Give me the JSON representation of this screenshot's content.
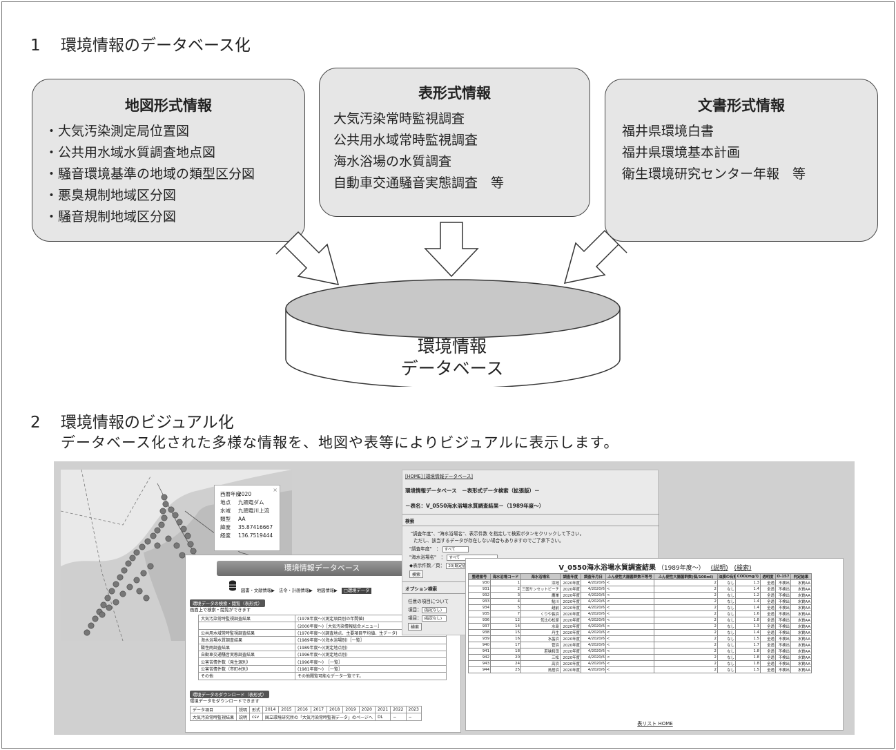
{
  "section1": {
    "number": "1",
    "title": "環境情報のデータベース化"
  },
  "boxes": {
    "map": {
      "title": "地図形式情報",
      "items": [
        "・大気汚染測定局位置図",
        "・公共用水域水質調査地点図",
        "・騒音環境基準の地域の類型区分図",
        "・悪臭規制地域区分図",
        "・騒音規制地域区分図"
      ]
    },
    "table": {
      "title": "表形式情報",
      "items": [
        "大気汚染常時監視調査",
        "公共用水域常時監視調査",
        "海水浴場の水質調査",
        "自動車交通騒音実態調査　等"
      ]
    },
    "doc": {
      "title": "文書形式情報",
      "items": [
        "福井県環境白書",
        "福井県環境基本計画",
        "衛生環境研究センター年報　等"
      ]
    }
  },
  "database": {
    "line1": "環境情報",
    "line2": "データベース"
  },
  "section2": {
    "number": "2",
    "title": "環境情報のビジュアル化",
    "subtitle": "データベース化された多様な情報を、地図や表等によりビジュアルに表示します。"
  },
  "map_popup": {
    "rows": [
      {
        "k": "西暦年度",
        "v": "2020"
      },
      {
        "k": "地点",
        "v": "九頭竜ダム"
      },
      {
        "k": "水域",
        "v": "九頭竜川上流"
      },
      {
        "k": "類型",
        "v": "AA"
      },
      {
        "k": "緯度",
        "v": "35.87416667"
      },
      {
        "k": "経度",
        "v": "136.7519444"
      }
    ],
    "close": "×"
  },
  "portal": {
    "banner": "環境情報データベース",
    "nav": [
      "図書・文献情報▶",
      "法令・計画情報▶",
      "地図情報▶",
      "□環境データ"
    ],
    "search_tag": "環境データの検索・閲覧（表形式）",
    "search_note": "画面上で検索・閲覧ができます",
    "rows": [
      {
        "name": "大気汚染常時監視調査結果",
        "desc": "(1978年度〜)(測定項目別の年間値)"
      },
      {
        "name": "",
        "desc": "(2000年度〜)［大気汚染情報総合メニュー］"
      },
      {
        "name": "公共用水域常時監視調査結果",
        "desc": "(1970年度〜)(調査地点、主要項目平均値、生データ)"
      },
      {
        "name": "海水浴場水質調査結果",
        "desc": "(1989年度〜)(海水浴場別)［一覧］"
      },
      {
        "name": "酸性雨調査結果",
        "desc": "(1989年度〜)(測定地点別)"
      },
      {
        "name": "自動車交通騒音実態調査結果",
        "desc": "(1996年度〜)(測定地点別)"
      },
      {
        "name": "公害苦情件数（発生源別）",
        "desc": "(1996年度〜)　［一覧］"
      },
      {
        "name": "公害苦情件数（市町村別）",
        "desc": "(1981年度〜)　［一覧］"
      },
      {
        "name": "その他",
        "desc": "その他閲覧可能なデータ一覧です。"
      }
    ],
    "download_tag": "環境データのダウンロード（表形式）",
    "download_note": "環境データをダウンロードできます",
    "dl_header": [
      "データ項目",
      "説明",
      "形式",
      "2014",
      "2015",
      "2016",
      "2017",
      "2018",
      "2019",
      "2020",
      "2021",
      "2022",
      "2023"
    ],
    "dl_row": [
      "大気汚染常時監視結果",
      "説明",
      "csv",
      "国立環境研究所の「大気汚染常時監視データ」のページへ",
      "DL",
      "−",
      "−"
    ]
  },
  "search_page": {
    "links": "[HOME] [環境情報データベース]",
    "heading1": "環境情報データベース　－表形式データ検索（拡張版）－",
    "heading2": "－表名：V_0550海水浴場水質調査結果－（1989年度〜）",
    "section": "検索",
    "instr1": "\"調査年度\"、\"海水浴場名\"、表示件数 を指定して検索ボタンをクリックして下さい。",
    "instr2": "ただし、該当するデータが存在しない場合もありますのでご了承下さい。",
    "f1_label": "\"調査年度\"　：",
    "f1_value": "すべて",
    "f2_label": "\"海水浴場名\"　：",
    "f2_value": "すべて",
    "f3_label": "◆表示件数／頁：",
    "f3_value": "20(既定値)",
    "search_btn": "検索",
    "option": "オプション検索",
    "opt1": "任意の項目について",
    "opt2_label": "項目：",
    "opt2_value": "(指定なし)",
    "opt3_label": "項目：",
    "opt3_value": "(指定なし)",
    "opt_btn": "検索"
  },
  "result": {
    "title_bold": "V_0550海水浴場水質調査結果",
    "title_rest": "（1989年度〜）",
    "link1": "(説明)",
    "link2": "(検索)",
    "headers": [
      "整理番号",
      "海水浴場コード",
      "海水浴場名",
      "調査年度",
      "調査年月日",
      "ふん便性大腸菌群数不等号",
      "ふん便性大腸菌群数(個/100ml)",
      "油膜の有無",
      "COD(mg/l)",
      "透明度",
      "O-157",
      "判定結果"
    ],
    "rows": [
      [
        "930",
        "1",
        "浜地",
        "2020年度",
        "4/2020/6",
        "<",
        "2",
        "なし",
        "1.3",
        "全透",
        "不検出",
        "水質AA"
      ],
      [
        "931",
        "2",
        "三国サンセットビーチ",
        "2020年度",
        "4/2020/6",
        "<",
        "2",
        "なし",
        "1.4",
        "全透",
        "不検出",
        "水質AA"
      ],
      [
        "932",
        "3",
        "鷹巣",
        "2020年度",
        "4/2020/6",
        "<",
        "2",
        "なし",
        "1.2",
        "全透",
        "不検出",
        "水質AA"
      ],
      [
        "933",
        "4",
        "鮎川",
        "2020年度",
        "4/2020/6",
        "<",
        "2",
        "なし",
        "1.4",
        "全透",
        "不検出",
        "水質AA"
      ],
      [
        "934",
        "5",
        "越前",
        "2020年度",
        "4/2020/6",
        "<",
        "2",
        "なし",
        "1.4",
        "全透",
        "不検出",
        "水質AA"
      ],
      [
        "935",
        "7",
        "くりや長浜",
        "2020年度",
        "4/2020/6",
        "<",
        "2",
        "なし",
        "1.6",
        "全透",
        "不検出",
        "水質AA"
      ],
      [
        "936",
        "12",
        "気比の松原",
        "2020年度",
        "4/2020/6",
        "<",
        "2",
        "なし",
        "1.8",
        "全透",
        "不検出",
        "水質AA"
      ],
      [
        "937",
        "14",
        "水島",
        "2020年度",
        "4/2020/6",
        "<",
        "2",
        "なし",
        "1.3",
        "全透",
        "不検出",
        "水質AA"
      ],
      [
        "938",
        "15",
        "丹生",
        "2020年度",
        "4/2020/6",
        "<",
        "2",
        "なし",
        "1.4",
        "全透",
        "不検出",
        "水質AA"
      ],
      [
        "939",
        "16",
        "水晶浜",
        "2020年度",
        "4/2020/6",
        "<",
        "2",
        "なし",
        "1.5",
        "全透",
        "不検出",
        "水質AA"
      ],
      [
        "940",
        "17",
        "菅浜",
        "2020年度",
        "4/2020/6",
        "<",
        "2",
        "なし",
        "1.7",
        "全透",
        "不検出",
        "水質AA"
      ],
      [
        "941",
        "18",
        "若狭和田",
        "2020年度",
        "4/2020/6",
        "<",
        "2",
        "なし",
        "1.8",
        "全透",
        "不検出",
        "水質AA"
      ],
      [
        "942",
        "20",
        "三松",
        "2020年度",
        "4/2020/6",
        "<",
        "2",
        "なし",
        "1.8",
        "全透",
        "不検出",
        "水質AA"
      ],
      [
        "943",
        "24",
        "高浜",
        "2020年度",
        "4/2020/6",
        "<",
        "2",
        "なし",
        "1.8",
        "全透",
        "不検出",
        "水質AA"
      ],
      [
        "944",
        "25",
        "鳥居浜",
        "2020年度",
        "4/2020/6",
        "<",
        "2",
        "なし",
        "1.5",
        "全透",
        "不検出",
        "水質AA"
      ]
    ],
    "footer": "表リスト HOME"
  }
}
